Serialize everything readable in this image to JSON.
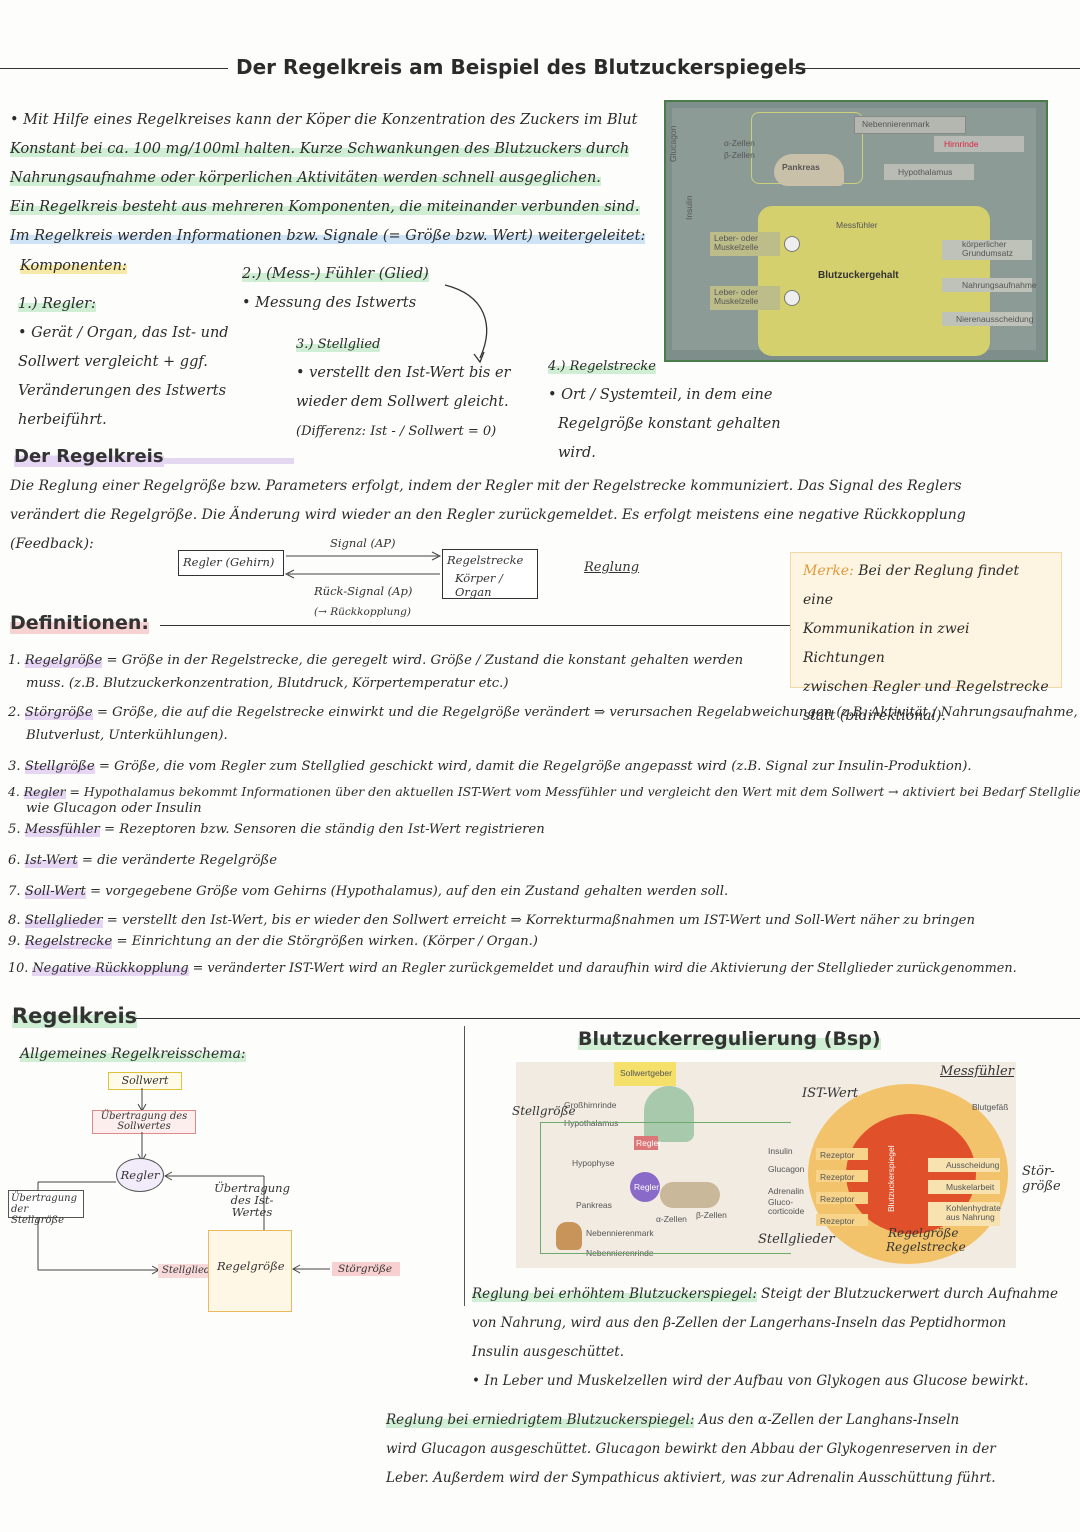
{
  "title": "Der Regelkreis am Beispiel des Blutzuckerspiegels",
  "intro": [
    "Mit Hilfe eines Regelkreises kann der Köper die Konzentration des Zuckers im Blut",
    "Konstant bei ca. 100 mg/100ml halten. Kurze Schwankungen des Blutzuckers durch",
    "Nahrungsaufnahme oder körperlichen Aktivitäten werden schnell ausgeglichen.",
    "Ein Regelkreis besteht aus mehreren Komponenten, die miteinander verbunden sind.",
    "Im Regelkreis werden Informationen bzw. Signale (= Größe bzw. Wert) weitergeleitet:"
  ],
  "komponenten_label": "Komponenten:",
  "k1": {
    "title": "1.) Regler:",
    "lines": [
      "• Gerät / Organ, das Ist- und",
      "Sollwert vergleicht + ggf.",
      "Veränderungen des Istwerts",
      "herbeiführt."
    ]
  },
  "k2": {
    "title": "2.) (Mess-) Fühler (Glied)",
    "lines": [
      "• Messung des Istwerts"
    ]
  },
  "k3": {
    "title": "3.) Stellglied",
    "lines": [
      "• verstellt den Ist-Wert bis er",
      "wieder dem Sollwert gleicht.",
      "(Differenz: Ist - / Sollwert = 0)"
    ]
  },
  "k4": {
    "title": "4.) Regelstrecke",
    "lines": [
      "• Ort / Systemteil, in dem eine",
      "Regelgröße konstant gehalten",
      "wird."
    ]
  },
  "photo1": {
    "nebennierenmark": "Nebennierenmark",
    "hirnrinde": "Hirnrinde",
    "alpha": "α-Zellen",
    "beta": "β-Zellen",
    "pankreas": "Pankreas",
    "hypothalamus": "Hypothalamus",
    "glucagon": "Glucagon",
    "insulin": "Insulin",
    "messfuehler": "Messfühler",
    "leber1": "Leber- oder Muskelzelle",
    "leber2": "Leber- oder Muskelzelle",
    "blutzucker": "Blutzuckergehalt",
    "grundumsatz": "körperlicher Grundumsatz",
    "nahrung": "Nahrungsaufnahme",
    "niere": "Nierenausscheidung"
  },
  "regelkreis_heading": "Der Regelkreis",
  "regelkreis_text": [
    "Die Reglung einer Regelgröße bzw. Parameters erfolgt, indem der Regler mit der Regelstrecke kommuniziert. Das Signal des Reglers",
    "verändert die Regelgröße. Die Änderung wird wieder an den Regler zurückgemeldet. Es erfolgt meistens eine negative Rückkopplung",
    "(Feedback):"
  ],
  "feedback": {
    "signal": "Signal (AP)",
    "regler": "Regler (Gehirn)",
    "regelstrecke1": "Regelstrecke",
    "regelstrecke2": "Körper / Organ",
    "rueck": "Rück-Signal (Ap)",
    "rueck2": "(→ Rückkopplung)",
    "reglung": "Reglung"
  },
  "merke": {
    "label": "Merke:",
    "lines": [
      "Bei der Reglung findet eine",
      "Kommunikation in zwei Richtungen",
      "zwischen Regler und Regelstrecke",
      "statt (bidirektional)."
    ]
  },
  "definitionen_heading": "Definitionen:",
  "definitions": [
    {
      "num": "1.",
      "term": "Regelgröße",
      "text": " = Größe in der Regelstrecke, die geregelt wird. Größe / Zustand die konstant gehalten werden",
      "cont": "muss. (z.B. Blutzuckerkonzentration, Blutdruck, Körpertemperatur etc.)"
    },
    {
      "num": "2.",
      "term": "Störgröße",
      "text": " = Größe, die auf die Regelstrecke einwirkt und die Regelgröße verändert ⇒ verursachen Regelabweichungen (z.B. Aktivität / Nahrungsaufnahme,",
      "cont": "Blutverlust, Unterkühlungen)."
    },
    {
      "num": "3.",
      "term": "Stellgröße",
      "text": " = Größe, die vom Regler zum Stellglied geschickt wird, damit die Regelgröße angepasst wird (z.B. Signal zur Insulin-Produktion).",
      "cont": ""
    },
    {
      "num": "4.",
      "term": "Regler",
      "text": " = Hypothalamus bekommt Informationen über den aktuellen IST-Wert vom Messfühler und vergleicht den Wert mit dem Sollwert → aktiviert bei Bedarf Stellglieder",
      "cont": "wie Glucagon oder Insulin"
    },
    {
      "num": "5.",
      "term": "Messfühler",
      "text": " = Rezeptoren bzw. Sensoren die ständig den Ist-Wert registrieren",
      "cont": ""
    },
    {
      "num": "6.",
      "term": "Ist-Wert",
      "text": " = die veränderte Regelgröße",
      "cont": ""
    },
    {
      "num": "7.",
      "term": "Soll-Wert",
      "text": " = vorgegebene Größe vom Gehirns (Hypothalamus), auf den ein Zustand gehalten werden soll.",
      "cont": ""
    },
    {
      "num": "8.",
      "term": "Stellglieder",
      "text": " = verstellt den Ist-Wert, bis er wieder den Sollwert erreicht ⇒ Korrekturmaßnahmen um IST-Wert und Soll-Wert näher zu bringen",
      "cont": ""
    },
    {
      "num": "9.",
      "term": "Regelstrecke",
      "text": " = Einrichtung an der die Störgrößen wirken. (Körper / Organ.)",
      "cont": ""
    },
    {
      "num": "10.",
      "term": "Negative Rückkopplung",
      "text": " = veränderter IST-Wert wird an Regler zurückgemeldet und daraufhin wird die Aktivierung der Stellglieder zurückgenommen.",
      "cont": ""
    }
  ],
  "regelkreis2_heading": "Regelkreis",
  "schema": {
    "heading": "Allgemeines Regelkreisschema:",
    "sollwert": "Sollwert",
    "uebertragung_soll": "Übertragung des Sollwertes",
    "regler": "Regler",
    "uebertragung_ist": "Übertragung des Ist-Wertes",
    "uebertragung_stell": "Übertragung der Stellgröße",
    "stellglied": "Stellglied",
    "regelgroesse": "Regelgröße",
    "stoergroesse": "Störgröße"
  },
  "bz": {
    "heading": "Blutzuckerregulierung (Bsp)",
    "stellgroesse": "Stellgröße",
    "istwert": "IST-Wert",
    "messfuehler": "Messfühler",
    "stoer": "Stör-größe",
    "stellglieder": "Stellglieder",
    "regelgroesse": "Regelgröße",
    "regelstrecke": "Regelstrecke",
    "photo": {
      "sollwertgeber": "Sollwertgeber",
      "grosshirnrinde": "Großhirnrinde",
      "hypothalamus": "Hypothalamus",
      "hypophyse": "Hypophyse",
      "pankreas": "Pankreas",
      "regler1": "Regler",
      "regler2": "Regler",
      "alpha": "α-Zellen",
      "beta": "β-Zellen",
      "nnm": "Nebennierenmark",
      "nnr": "Nebennierenrinde",
      "insulin": "Insulin",
      "glucagon": "Glucagon",
      "adrenalin": "Adrenalin",
      "gluco": "Gluco-corticoide",
      "rezeptor": "Rezeptor",
      "blutgefaess": "Blutgefäß",
      "blutzucker": "Blutzuckerspiegel",
      "ausscheidung": "Ausscheidung",
      "muskelarbeit": "Muskelarbeit",
      "kohlenhydrate": "Kohlenhydrate aus Nahrung"
    },
    "high_label": "Reglung bei erhöhtem Blutzuckerspiegel:",
    "high_text": [
      " Steigt der Blutzuckerwert durch Aufnahme",
      "von Nahrung, wird aus den β-Zellen der Langerhans-Inseln das Peptidhormon",
      "Insulin ausgeschüttet.",
      "• In Leber und Muskelzellen wird der Aufbau von Glykogen aus Glucose bewirkt."
    ],
    "low_label": "Reglung bei erniedrigtem Blutzuckerspiegel:",
    "low_text": [
      " Aus den α-Zellen der Langhans-Inseln",
      "wird Glucagon ausgeschüttet. Glucagon bewirkt den Abbau der Glykogenreserven in der",
      "Leber. Außerdem wird der Sympathicus aktiviert, was zur Adrenalin Ausschüttung führt."
    ]
  }
}
